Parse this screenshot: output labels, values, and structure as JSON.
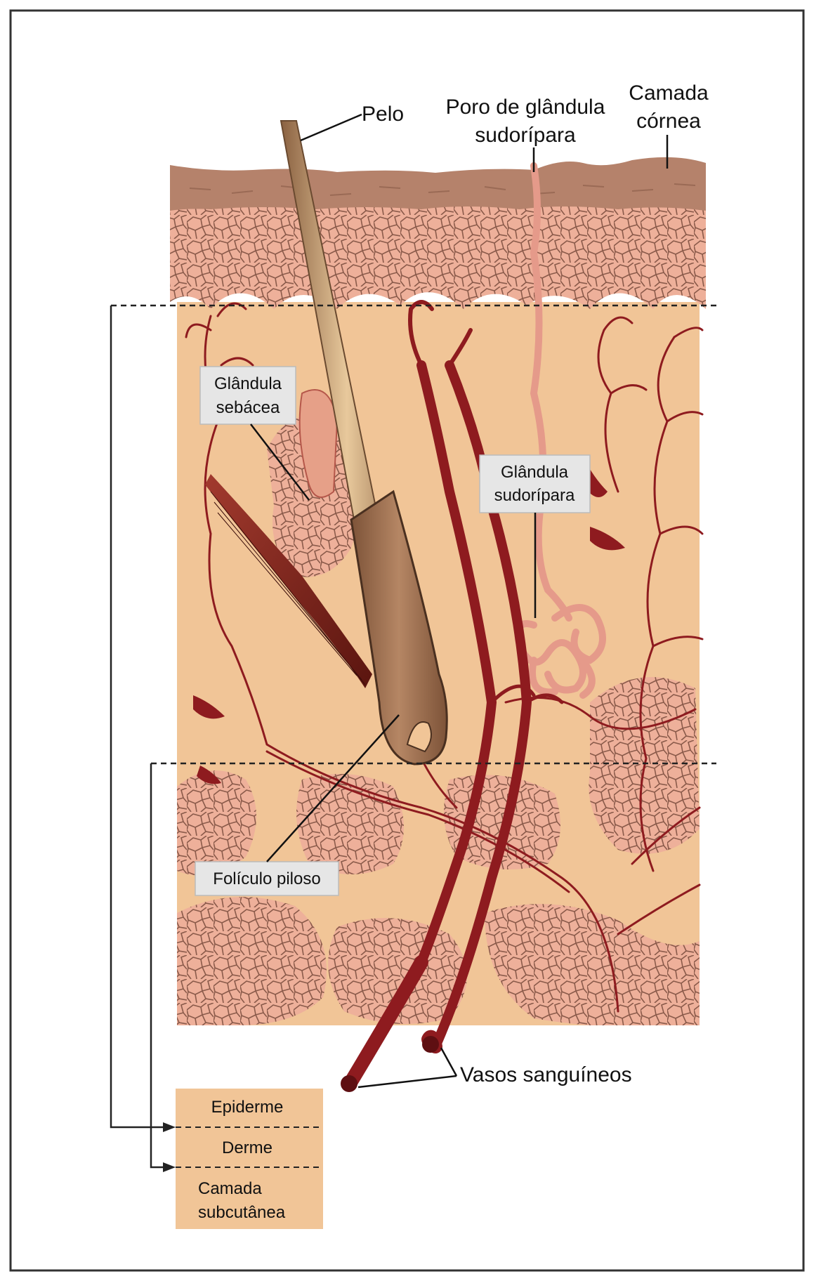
{
  "labels": {
    "hair": "Pelo",
    "sweat_pore_line1": "Poro de glândula",
    "sweat_pore_line2": "sudorípara",
    "stratum_corneum_line1": "Camada",
    "stratum_corneum_line2": "córnea",
    "sebaceous_line1": "Glândula",
    "sebaceous_line2": "sebácea",
    "sweat_gland_line1": "Glândula",
    "sweat_gland_line2": "sudorípara",
    "hair_follicle": "Folículo piloso",
    "blood_vessels": "Vasos sanguíneos"
  },
  "layers_legend": {
    "epidermis": "Epiderme",
    "dermis": "Derme",
    "subcutaneous_line1": "Camada",
    "subcutaneous_line2": "subcutânea"
  },
  "colors": {
    "dermis": "#f1c597",
    "epidermis": "#e8a98c",
    "stratum_corneum": "#b5826b",
    "cells": "#eeb09a",
    "cell_lines": "#8a5a4a",
    "vessels": "#8e1b1f",
    "hair": "#c9a077",
    "follicle": "#9c6d4f",
    "sweat_gland": "#e79a8a",
    "muscle": "#6e1d17",
    "legend_box": "#f1c597",
    "label_box": "#e6e6e6"
  }
}
